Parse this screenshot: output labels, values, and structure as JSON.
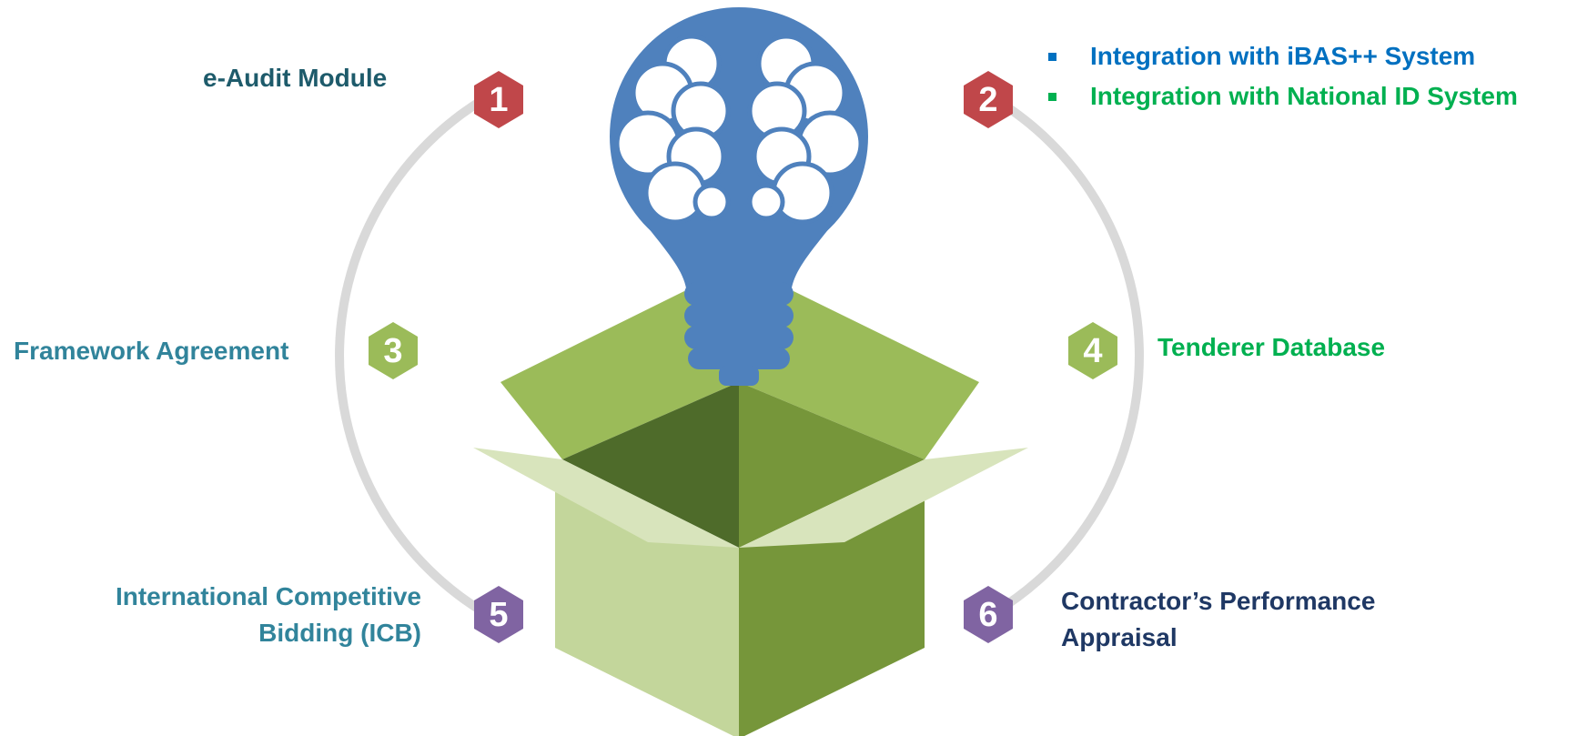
{
  "colors": {
    "red": "#c0474a",
    "green_hex": "#9bbb59",
    "purple": "#8064a2",
    "arc": "#d9d9d9",
    "bulb": "#4f81bd",
    "dark_teal": "#1e5b6b",
    "teal": "#31849b",
    "green_text": "#00b050",
    "blue_text": "#0070c0",
    "navy": "#1f3864"
  },
  "icons": {
    "bulb": "lightbulb-brain-icon",
    "box": "open-box-icon"
  },
  "items": [
    {
      "number": "1",
      "label": "e-Audit Module",
      "color": "#c0474a"
    },
    {
      "number": "2",
      "label": "",
      "color": "#c0474a"
    },
    {
      "number": "3",
      "label": "Framework Agreement",
      "color": "#9bbb59"
    },
    {
      "number": "4",
      "label": "Tenderer Database",
      "color": "#9bbb59"
    },
    {
      "number": "5",
      "label_line1": "International Competitive",
      "label_line2": "Bidding (ICB)",
      "color": "#8064a2"
    },
    {
      "number": "6",
      "label_line1": "Contractor’s Performance",
      "label_line2": "Appraisal",
      "color": "#8064a2"
    }
  ],
  "integrations": [
    {
      "text": "Integration with iBAS++ System",
      "color": "#0070c0"
    },
    {
      "text": "Integration with National ID System",
      "color": "#00b050"
    }
  ]
}
